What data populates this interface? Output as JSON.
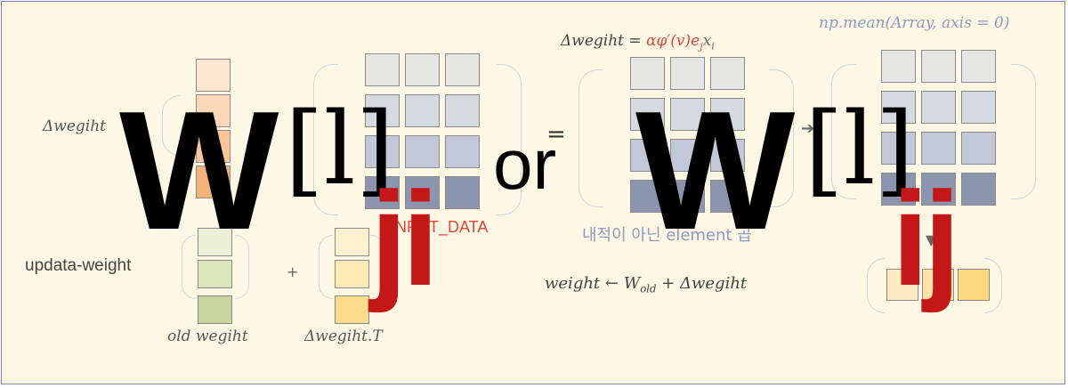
{
  "labels": {
    "delta_weight_left": "Δwegiht",
    "update_weight": "updata-weight",
    "old_weight": "old wegiht",
    "delta_weight_T": "Δwegiht.T",
    "plus": "+",
    "input_data": "INPUT_DATA",
    "equals": "=",
    "delta_formula_lhs": "Δwegiht = ",
    "delta_formula_rhs": "αφ′(v)e",
    "delta_formula_sub_j": "j",
    "delta_formula_x": "x",
    "delta_formula_sub_i": "i",
    "np_mean": "np.mean(Array, axis = 0)",
    "korean_note": "내적이 아닌 element 곱",
    "update_rule_lhs": "weight ← W",
    "update_rule_sub": "old",
    "update_rule_rhs": " + Δwegiht",
    "arrow_glyph": "➔",
    "down_arrow_glyph": "▼"
  },
  "overlay": {
    "w1": "W",
    "bracket1": "[l]",
    "sub1": "ji",
    "or": "or",
    "w2": "W",
    "bracket2": "[l]",
    "sub2": "ij"
  },
  "colors": {
    "background": "#fdf7e4",
    "frame": "#7b86b8",
    "red_text": "#e0453a",
    "blue_gray_text": "#8a9ac0",
    "orange_cells": [
      "#fde6d2",
      "#fcd8b8",
      "#f9c697",
      "#f4b27a"
    ],
    "green_cells": [
      "#ecf1d6",
      "#dbe6bb",
      "#c5d69c"
    ],
    "yellow_cells": [
      "#fdf2d0",
      "#fde9b4",
      "#fcdb8a"
    ],
    "gray_rows": [
      "#e6e6e4",
      "#d5dae0",
      "#c1c9d8",
      "#8b96ae"
    ],
    "result_cells": [
      "#fdebc4",
      "#fde2a6",
      "#fdd980"
    ],
    "overlay_red": "#c41818"
  }
}
